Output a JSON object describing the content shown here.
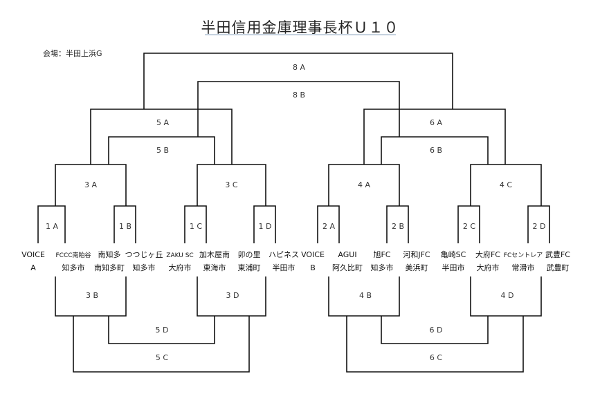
{
  "title": "半田信用金庫理事長杯Ｕ１０",
  "venue": {
    "label": "会場：",
    "name": "半田上浜G"
  },
  "teams": [
    {
      "name": "VOICE",
      "city": "A"
    },
    {
      "name": "FCCC南粕谷",
      "city": "知多市"
    },
    {
      "name": "南知多",
      "city": "南知多町"
    },
    {
      "name": "つつじヶ丘",
      "city": "知多市"
    },
    {
      "name": "ZAKU SC",
      "city": "大府市"
    },
    {
      "name": "加木屋南",
      "city": "東海市"
    },
    {
      "name": "卯の里",
      "city": "東浦町"
    },
    {
      "name": "ハピネス",
      "city": "半田市"
    },
    {
      "name": "VOICE",
      "city": "B"
    },
    {
      "name": "AGUI",
      "city": "阿久比町"
    },
    {
      "name": "旭FC",
      "city": "知多市"
    },
    {
      "name": "河和JFC",
      "city": "美浜町"
    },
    {
      "name": "亀崎SC",
      "city": "半田市"
    },
    {
      "name": "大府FC",
      "city": "大府市"
    },
    {
      "name": "FCセントレア",
      "city": "常滑市"
    },
    {
      "name": "武豊FC",
      "city": "武豊町"
    }
  ],
  "matches": [
    {
      "id": "m1a",
      "label": "1 A"
    },
    {
      "id": "m1b",
      "label": "1 B"
    },
    {
      "id": "m1c",
      "label": "1 C"
    },
    {
      "id": "m1d",
      "label": "1 D"
    },
    {
      "id": "m2a",
      "label": "2 A"
    },
    {
      "id": "m2b",
      "label": "2 B"
    },
    {
      "id": "m2c",
      "label": "2 C"
    },
    {
      "id": "m2d",
      "label": "2 D"
    },
    {
      "id": "m3a",
      "label": "3 A"
    },
    {
      "id": "m3c",
      "label": "3 C"
    },
    {
      "id": "m4a",
      "label": "4 A"
    },
    {
      "id": "m4c",
      "label": "4 C"
    },
    {
      "id": "m5a",
      "label": "5 A"
    },
    {
      "id": "m5b",
      "label": "5 B"
    },
    {
      "id": "m6a",
      "label": "6 A"
    },
    {
      "id": "m6b",
      "label": "6 B"
    },
    {
      "id": "m8a",
      "label": "8 A"
    },
    {
      "id": "m8b",
      "label": "8 B"
    },
    {
      "id": "m3b",
      "label": "3 B"
    },
    {
      "id": "m3d",
      "label": "3 D"
    },
    {
      "id": "m4b",
      "label": "4 B"
    },
    {
      "id": "m4d",
      "label": "4 D"
    },
    {
      "id": "m5d",
      "label": "5 D"
    },
    {
      "id": "m5c",
      "label": "5 C"
    },
    {
      "id": "m6d",
      "label": "6 D"
    },
    {
      "id": "m6c",
      "label": "6 C"
    }
  ]
}
